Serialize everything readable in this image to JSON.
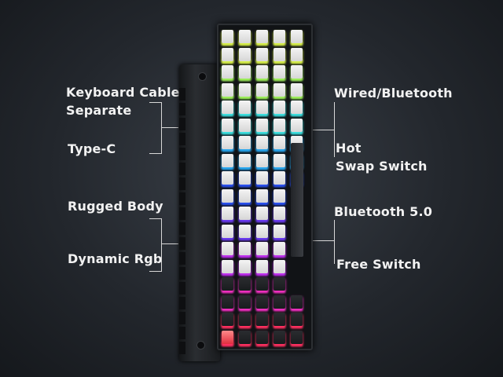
{
  "left_labels": {
    "group1": {
      "line1": "Keyboard Cable",
      "line2": "Separate",
      "item2": "Type-C"
    },
    "group2": {
      "item1": "Rugged Body",
      "item2": "Dynamic Rgb"
    }
  },
  "right_labels": {
    "group1": {
      "item1": "Wired/Bluetooth",
      "item2_line1": "Hot",
      "item2_line2": "Swap Switch"
    },
    "group2": {
      "item1": "Bluetooth 5.0",
      "item2": "Free Switch"
    }
  },
  "colors": {
    "background": "#23272d",
    "text": "#f2f2f2",
    "rgb_gradient": [
      "#d8f04a",
      "#9ef05a",
      "#3ce0e0",
      "#2aa8f0",
      "#2a50f0",
      "#6a3af0",
      "#c030f0",
      "#f030c0",
      "#ff3060"
    ]
  }
}
